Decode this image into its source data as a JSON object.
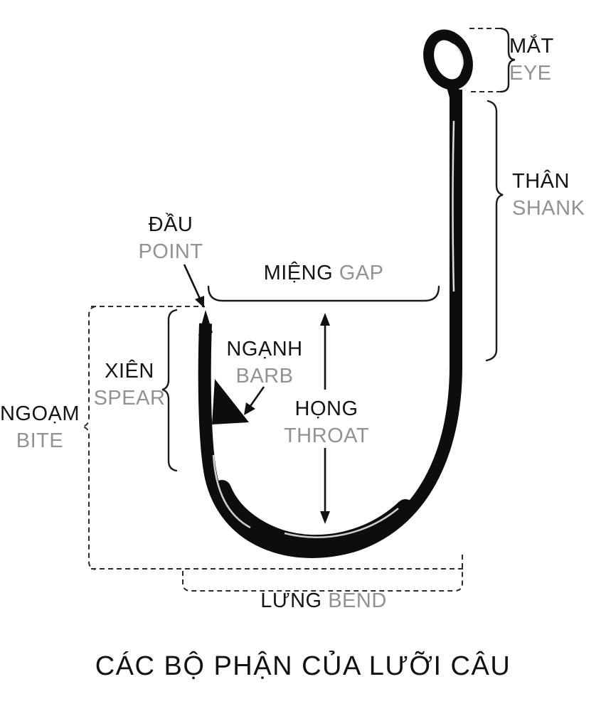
{
  "title": "CÁC BỘ PHẬN CỦA LƯỠI CÂU",
  "labels": {
    "eye": {
      "vi": "MẮT",
      "en": "EYE"
    },
    "shank": {
      "vi": "THÂN",
      "en": "SHANK"
    },
    "point": {
      "vi": "ĐẦU",
      "en": "POINT"
    },
    "gap": {
      "vi": "MIỆNG",
      "en": "GAP"
    },
    "barb": {
      "vi": "NGẠNH",
      "en": "BARB"
    },
    "spear": {
      "vi": "XIÊN",
      "en": "SPEAR"
    },
    "bite": {
      "vi": "NGOẠM",
      "en": "BITE"
    },
    "throat": {
      "vi": "HỌNG",
      "en": "THROAT"
    },
    "bend": {
      "vi": "LƯNG",
      "en": "BEND"
    }
  },
  "colors": {
    "vietnamese_text": "#141414",
    "english_text": "#929292",
    "ink": "#0d0d0d",
    "background": "#ffffff"
  }
}
